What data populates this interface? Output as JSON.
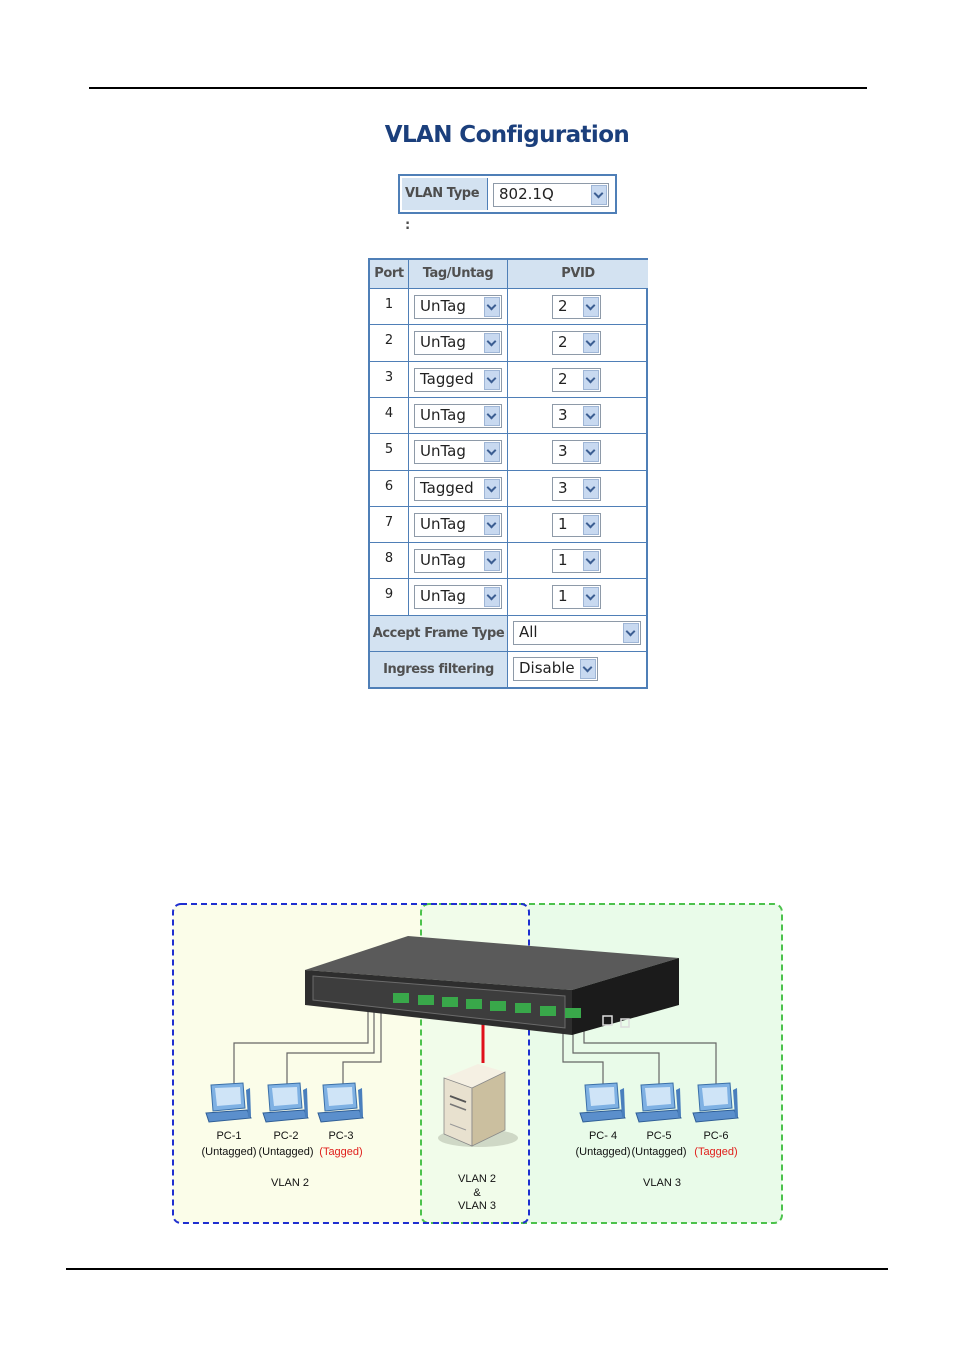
{
  "title": "VLAN Configuration",
  "vlan_type": {
    "label": "VLAN Type :",
    "value": "802.1Q"
  },
  "table": {
    "headers": {
      "port": "Port",
      "tag": "Tag/Untag",
      "pvid": "PVID"
    },
    "rows": [
      {
        "port": "1",
        "tag": "UnTag",
        "pvid": "2"
      },
      {
        "port": "2",
        "tag": "UnTag",
        "pvid": "2"
      },
      {
        "port": "3",
        "tag": "Tagged",
        "pvid": "2"
      },
      {
        "port": "4",
        "tag": "UnTag",
        "pvid": "3"
      },
      {
        "port": "5",
        "tag": "UnTag",
        "pvid": "3"
      },
      {
        "port": "6",
        "tag": "Tagged",
        "pvid": "3"
      },
      {
        "port": "7",
        "tag": "UnTag",
        "pvid": "1"
      },
      {
        "port": "8",
        "tag": "UnTag",
        "pvid": "1"
      },
      {
        "port": "9",
        "tag": "UnTag",
        "pvid": "1"
      }
    ],
    "accept_frame_type": {
      "label": "Accept Frame Type",
      "value": "All"
    },
    "ingress_filtering": {
      "label": "Ingress filtering",
      "value": "Disable"
    }
  },
  "diagram": {
    "pcs": [
      {
        "name": "PC-1",
        "mode": "(Untagged)",
        "tagged": false
      },
      {
        "name": "PC-2",
        "mode": "(Untagged)",
        "tagged": false
      },
      {
        "name": "PC-3",
        "mode": "(Tagged)",
        "tagged": true
      },
      {
        "name": "PC- 4",
        "mode": "(Untagged)",
        "tagged": false
      },
      {
        "name": "PC-5",
        "mode": "(Untagged)",
        "tagged": false
      },
      {
        "name": "PC-6",
        "mode": "(Tagged)",
        "tagged": true
      }
    ],
    "vlan2_label": "VLAN 2",
    "vlan3_label": "VLAN 3",
    "shared_label": {
      "line1": "VLAN 2",
      "line2": "&",
      "line3": "VLAN 3"
    },
    "colors": {
      "vlan2_border": "#1f2fd0",
      "vlan3_border": "#4cc24c",
      "vlan2_fill": "#fbfde9",
      "vlan3_fill": "#e9fbe9",
      "tagged_text": "#e0201c",
      "uplink": "#e0101a"
    }
  }
}
